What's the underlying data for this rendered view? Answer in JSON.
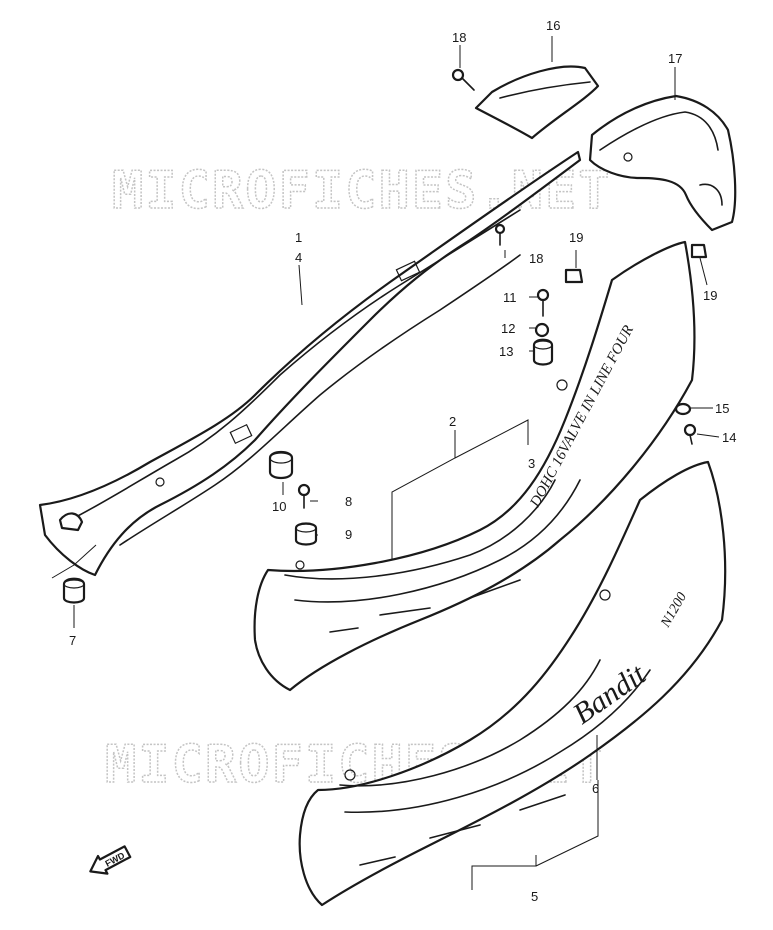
{
  "watermark": {
    "text": "MICROFICHES.NET"
  },
  "badge": {
    "fwd": "FWD"
  },
  "decals": {
    "tail": "DOHC 16VALVE IN LINE FOUR",
    "brand": "Bandit",
    "model": "N1200"
  },
  "callouts": {
    "c1": "1",
    "c4": "4",
    "c2": "2",
    "c3": "3",
    "c5": "5",
    "c6": "6",
    "c7": "7",
    "c8": "8",
    "c9": "9",
    "c10": "10",
    "c11": "11",
    "c12": "12",
    "c13": "13",
    "c14": "14",
    "c15": "15",
    "c16": "16",
    "c17": "17",
    "c18a": "18",
    "c18b": "18",
    "c19a": "19",
    "c19b": "19"
  }
}
